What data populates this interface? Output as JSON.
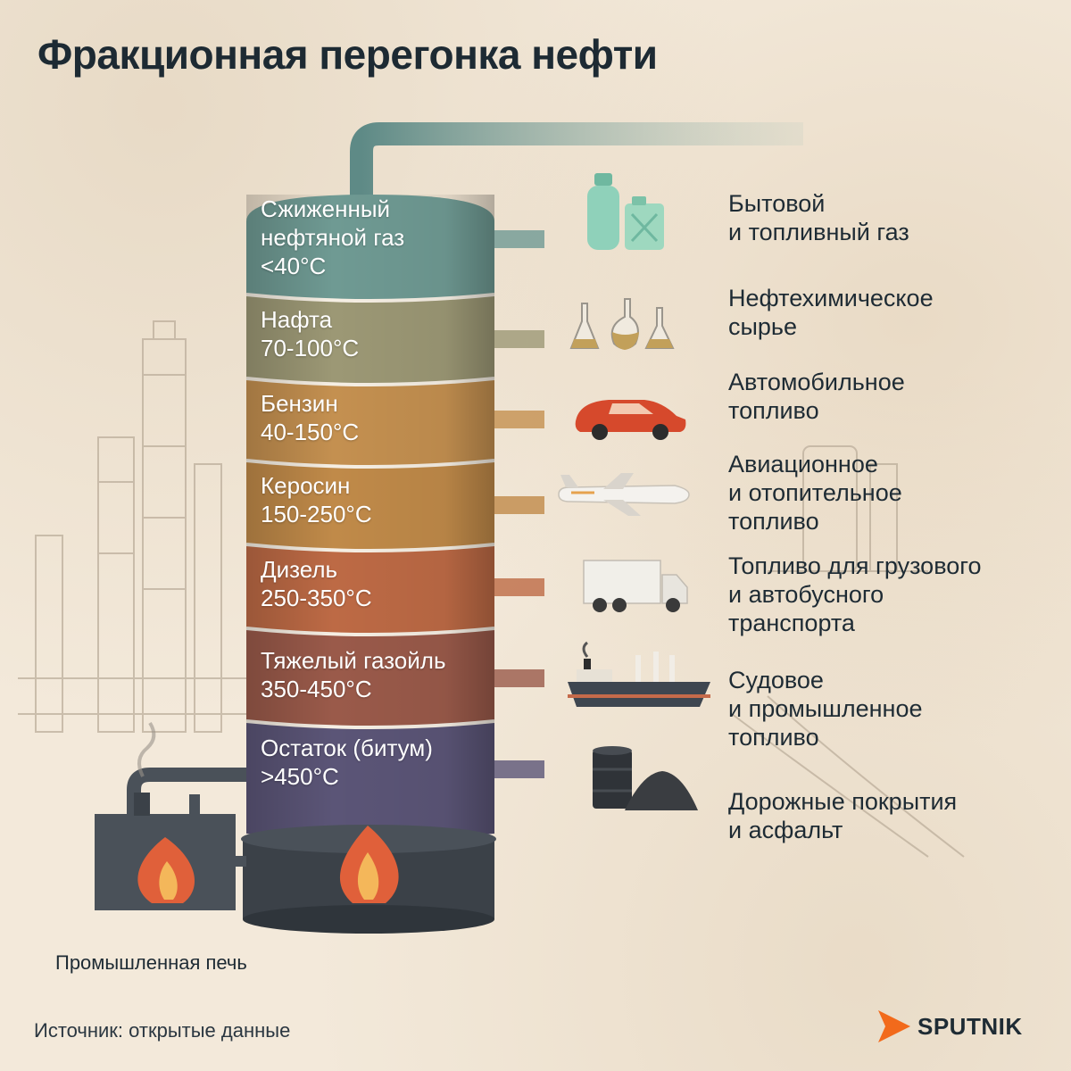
{
  "title": "Фракционная перегонка нефти",
  "fractions": [
    {
      "name_lines": [
        "Сжиженный",
        "нефтяной газ"
      ],
      "temp": "<40°C",
      "product_lines": [
        "Бытовой",
        "и топливный газ"
      ],
      "icon": "gas-cylinder-canister-icon",
      "color": "#6f9a93"
    },
    {
      "name_lines": [
        "Нафта"
      ],
      "temp": "70-100°C",
      "product_lines": [
        "Нефтехимическое",
        "сырье"
      ],
      "icon": "lab-flasks-icon",
      "color": "#9c9875"
    },
    {
      "name_lines": [
        "Бензин"
      ],
      "temp": "40-150°C",
      "product_lines": [
        "Автомобильное",
        "топливо"
      ],
      "icon": "car-icon",
      "color": "#c49050"
    },
    {
      "name_lines": [
        "Керосин"
      ],
      "temp": "150-250°C",
      "product_lines": [
        "Авиационное",
        "и отопительное",
        "топливо"
      ],
      "icon": "airplane-icon",
      "color": "#c08a49"
    },
    {
      "name_lines": [
        "Дизель"
      ],
      "temp": "250-350°C",
      "product_lines": [
        "Топливо для грузового",
        "и автобусного",
        "транспорта"
      ],
      "icon": "truck-icon",
      "color": "#bd6a45"
    },
    {
      "name_lines": [
        "Тяжелый газойль"
      ],
      "temp": "350-450°C",
      "product_lines": [
        "Судовое",
        "и промышленное",
        "топливо"
      ],
      "icon": "ship-icon",
      "color": "#9a5a4a"
    },
    {
      "name_lines": [
        "Остаток (битум)"
      ],
      "temp": ">450°C",
      "product_lines": [
        "Дорожные покрытия",
        "и асфальт"
      ],
      "icon": "barrel-asphalt-icon",
      "color": "#5b5577"
    }
  ],
  "furnace_label": "Промышленная печь",
  "source": "Источник: открытые данные",
  "brand": "SPUTNIK",
  "colors": {
    "brand_orange": "#f26a1b",
    "column_dark": "#3b4148",
    "flame": "#e0603a"
  }
}
